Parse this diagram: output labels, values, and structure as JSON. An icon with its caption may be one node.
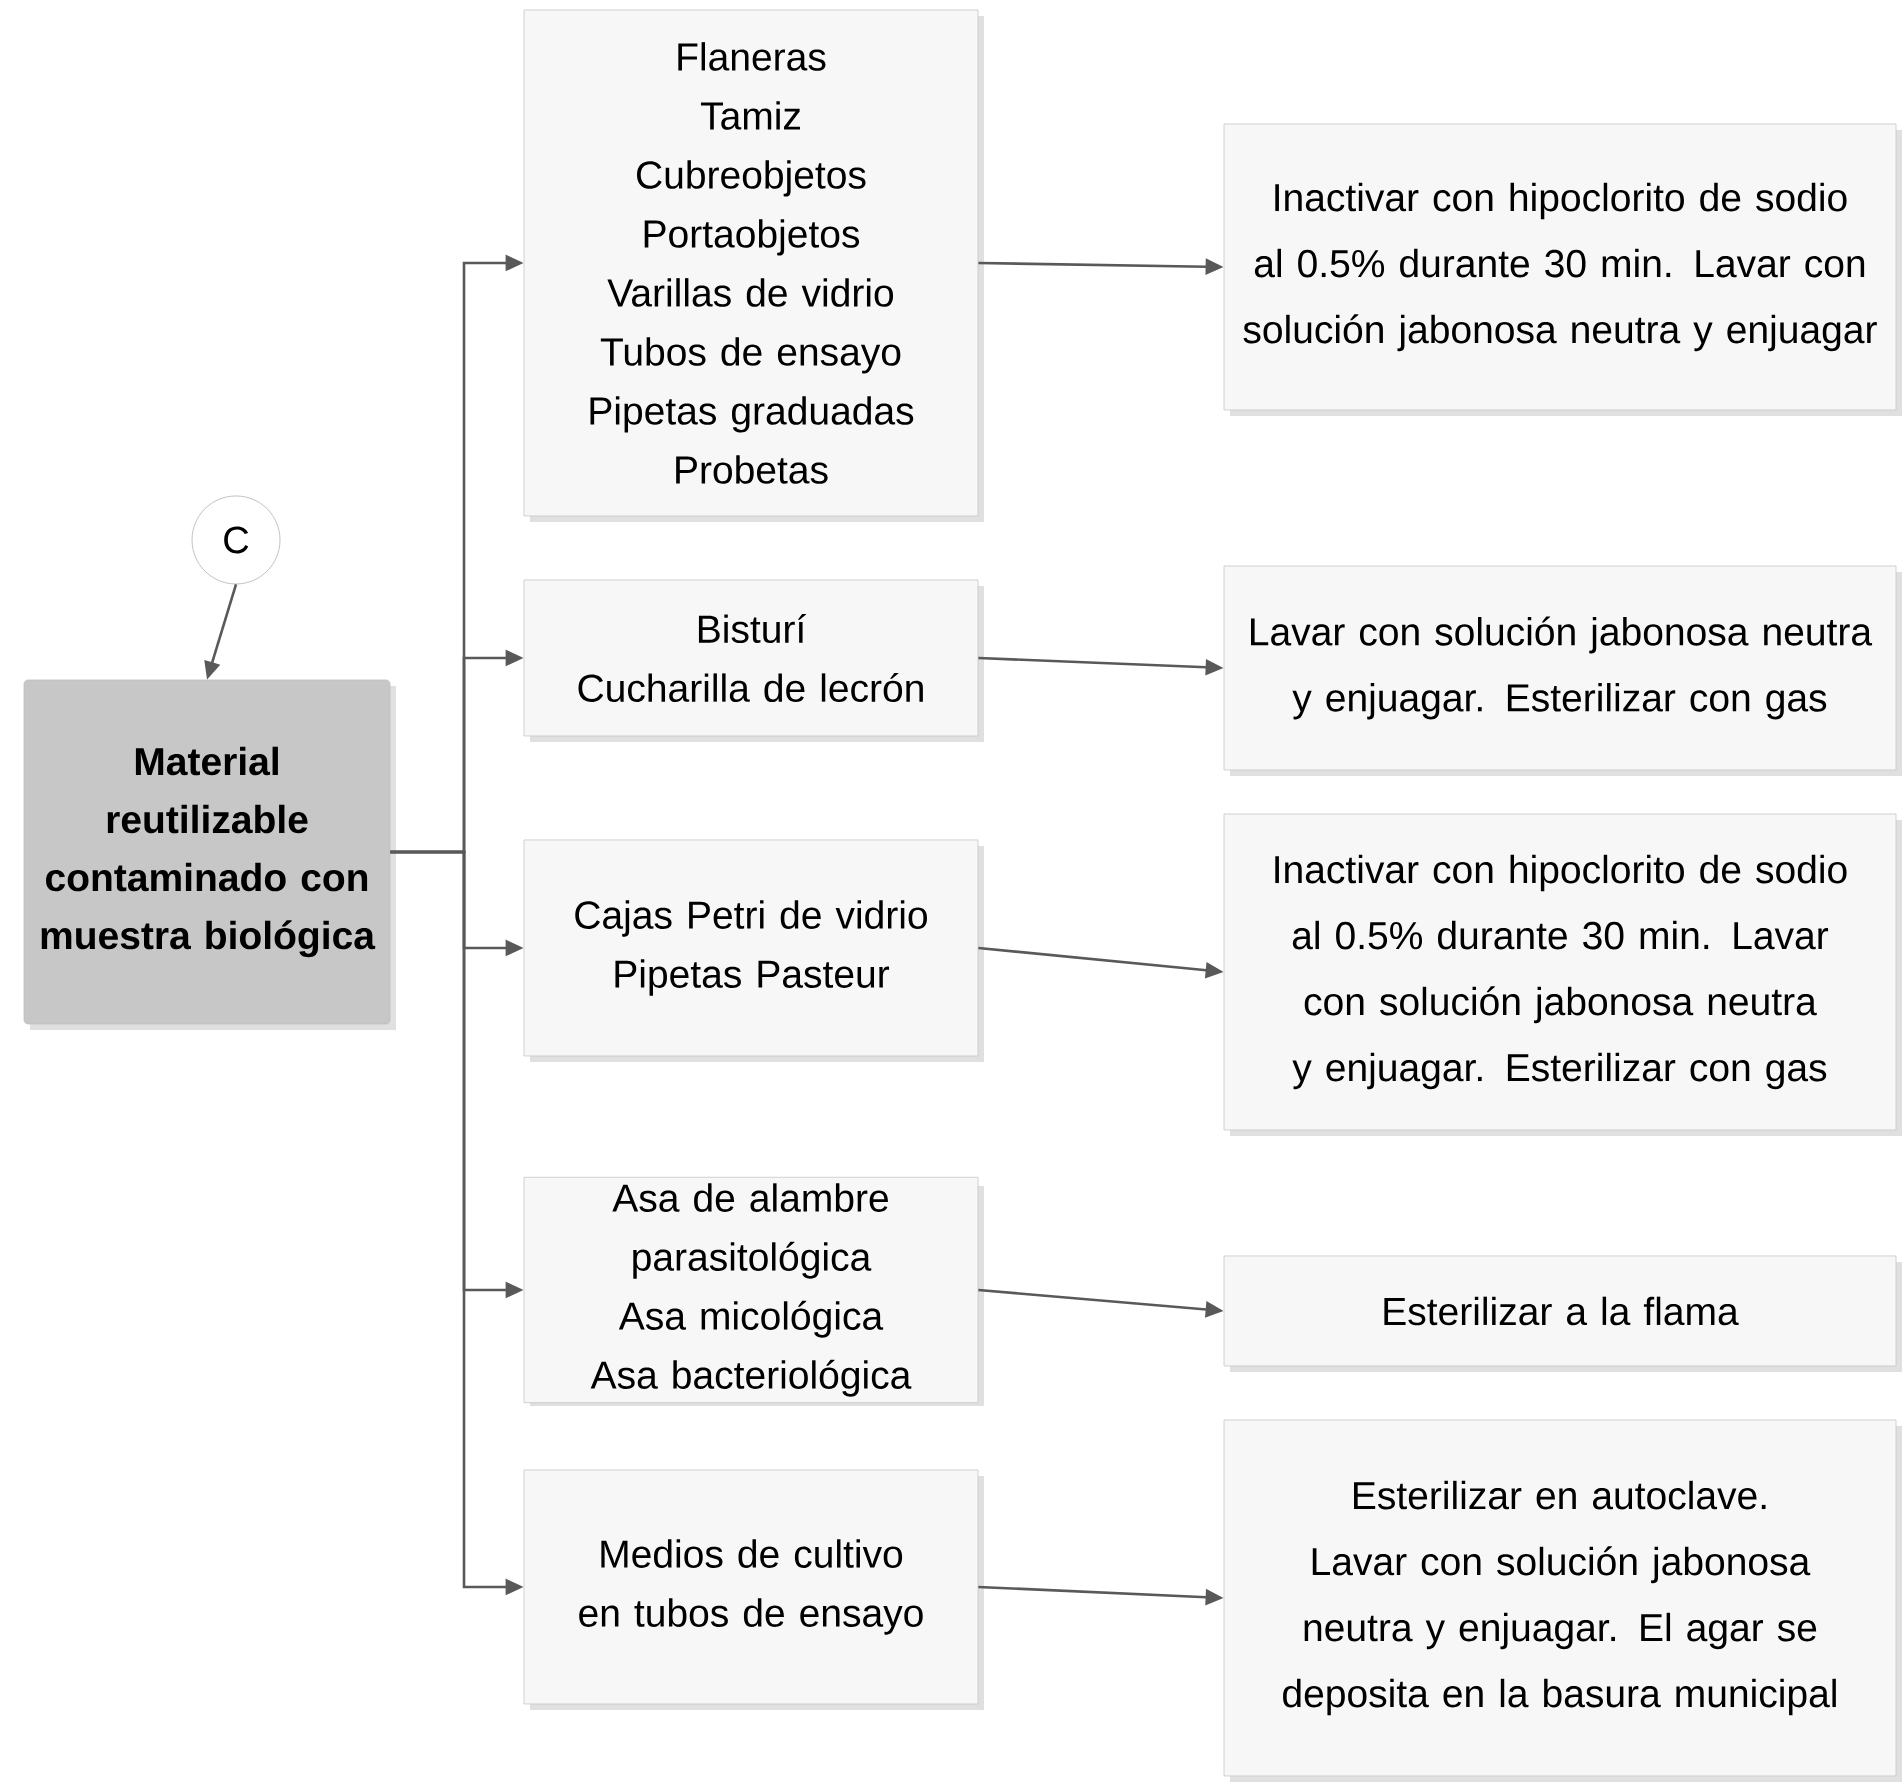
{
  "diagram": {
    "nodes": [
      {
        "text": [
          "C"
        ]
      },
      {
        "text": [
          "Material reutilizable contaminado con muestra biológica"
        ]
      },
      {
        "text": [
          "Flaneras",
          "Tamiz",
          "Cubreobjetos",
          "Portaobjetos",
          "Varillas de vidrio",
          "Tubos de ensayo",
          "Pipetas graduadas",
          "Probetas"
        ]
      },
      {
        "text": [
          "Inactivar con hipoclorito de sodio al 0.5% durante 30 min. Lavar con solución jabonosa neutra y enjuagar"
        ]
      },
      {
        "text": [
          "Bisturí",
          "Cucharilla de lecrón"
        ]
      },
      {
        "text": [
          "Lavar con solución jabonosa neutra y enjuagar. Esterilizar con gas"
        ]
      },
      {
        "text": [
          "Cajas Petri de vidrio",
          "Pipetas Pasteur"
        ]
      },
      {
        "text": [
          "Inactivar con hipoclorito de sodio al 0.5% durante 30 min. Lavar con solución jabonosa neutra y enjuagar. Esterilizar con gas"
        ]
      },
      {
        "text": [
          "Asa de alambre parasitológica",
          "Asa micológica",
          "Asa bacteriológica"
        ]
      },
      {
        "text": [
          "Esterilizar a la flama"
        ]
      },
      {
        "text": [
          "Medios de cultivo en tubos de ensayo"
        ]
      },
      {
        "text": [
          "Esterilizar en autoclave. Lavar con solución jabonosa neutra y enjuagar. El agar se deposita en la basura municipal"
        ]
      }
    ],
    "edges": [
      {
        "from": 0,
        "to": 1,
        "arrow": "to"
      },
      {
        "from": 1,
        "to": 2,
        "arrow": "to"
      },
      {
        "from": 1,
        "to": 4,
        "arrow": "to"
      },
      {
        "from": 1,
        "to": 6,
        "arrow": "to"
      },
      {
        "from": 1,
        "to": 8,
        "arrow": "to"
      },
      {
        "from": 1,
        "to": 10,
        "arrow": "to"
      },
      {
        "from": 2,
        "to": 3,
        "arrow": "to"
      },
      {
        "from": 4,
        "to": 5,
        "arrow": "to"
      },
      {
        "from": 6,
        "to": 7,
        "arrow": "to"
      },
      {
        "from": 8,
        "to": 9,
        "arrow": "to"
      },
      {
        "from": 10,
        "to": 11,
        "arrow": "to"
      }
    ]
  }
}
